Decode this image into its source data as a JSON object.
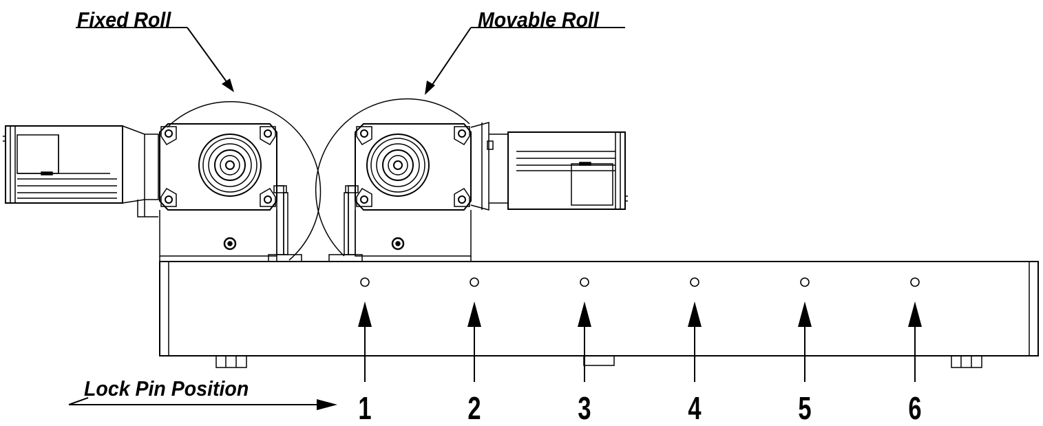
{
  "labels": {
    "fixed_roll": "Fixed Roll",
    "movable_roll": "Movable Roll",
    "lock_pin_position": "Lock Pin Position"
  },
  "lock_pin_positions": [
    "1",
    "2",
    "3",
    "4",
    "5",
    "6"
  ],
  "colors": {
    "line": "#000000",
    "background": "#ffffff"
  }
}
